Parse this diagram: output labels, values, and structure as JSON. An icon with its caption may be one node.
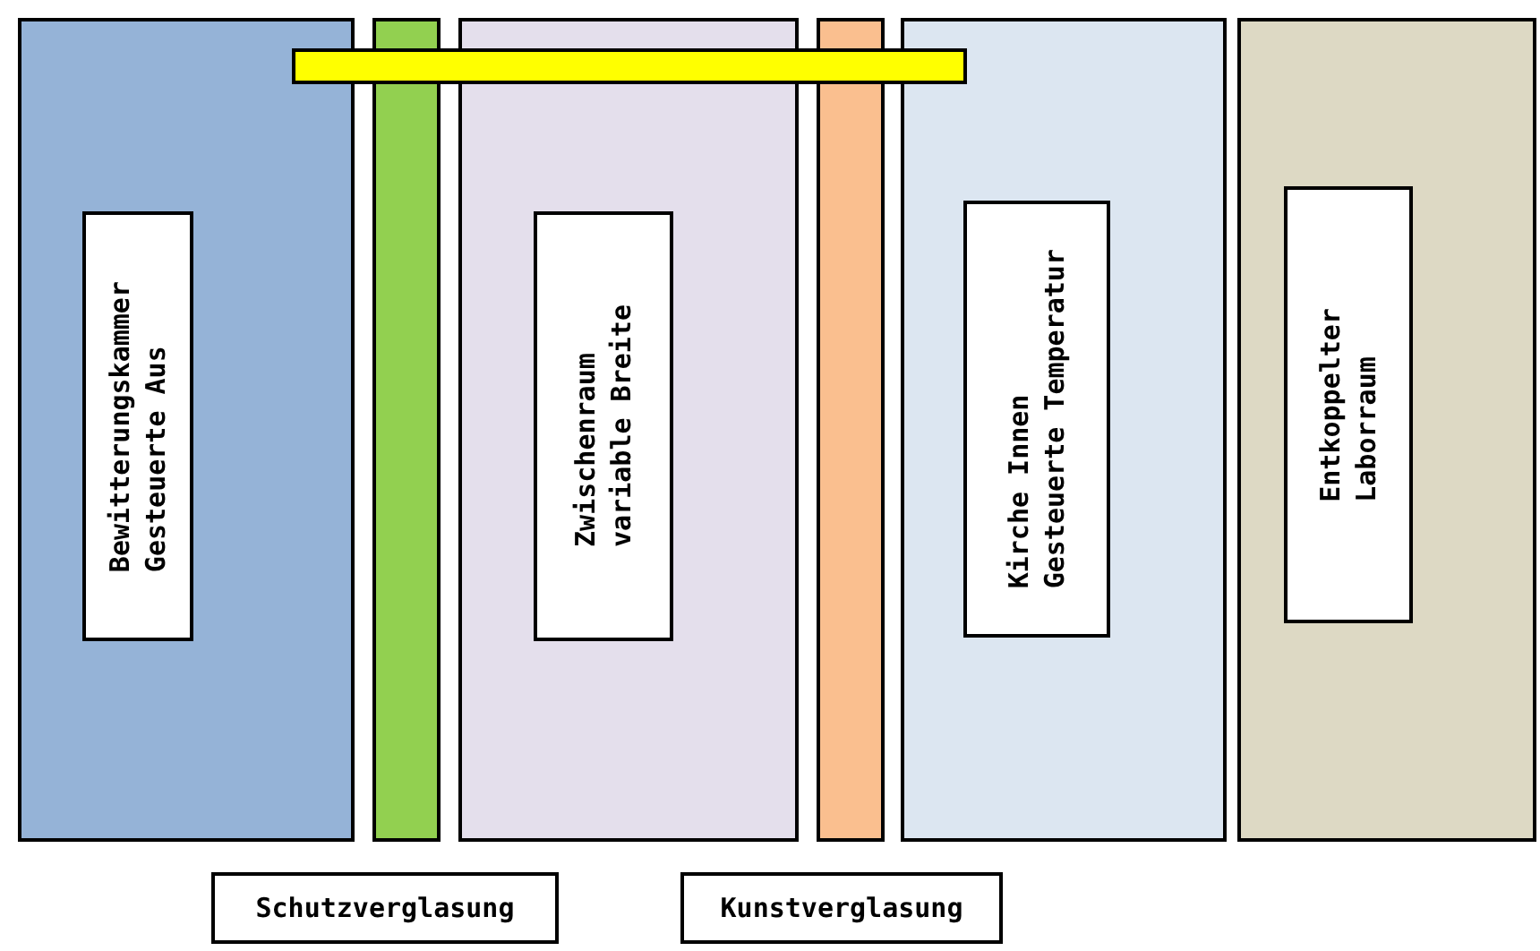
{
  "diagram": {
    "nodes": [
      {
        "text": [],
        "shape": "bar"
      },
      {
        "text": [
          "Bewitterungskammer",
          "Gesteuerte Aus"
        ]
      },
      {
        "text": [],
        "shape": "bar"
      },
      {
        "text": [
          "Zwischenraum",
          "variable Breite"
        ]
      },
      {
        "text": [],
        "shape": "bar"
      },
      {
        "text": [
          "Kirche Innen",
          "Gesteuerte Temperatur"
        ]
      },
      {
        "text": [
          "Entkoppelter",
          "Laborraum"
        ]
      },
      {
        "text": [
          "Schutzverglasung"
        ]
      },
      {
        "text": [
          "Kunstverglasung"
        ]
      }
    ],
    "edges": []
  }
}
